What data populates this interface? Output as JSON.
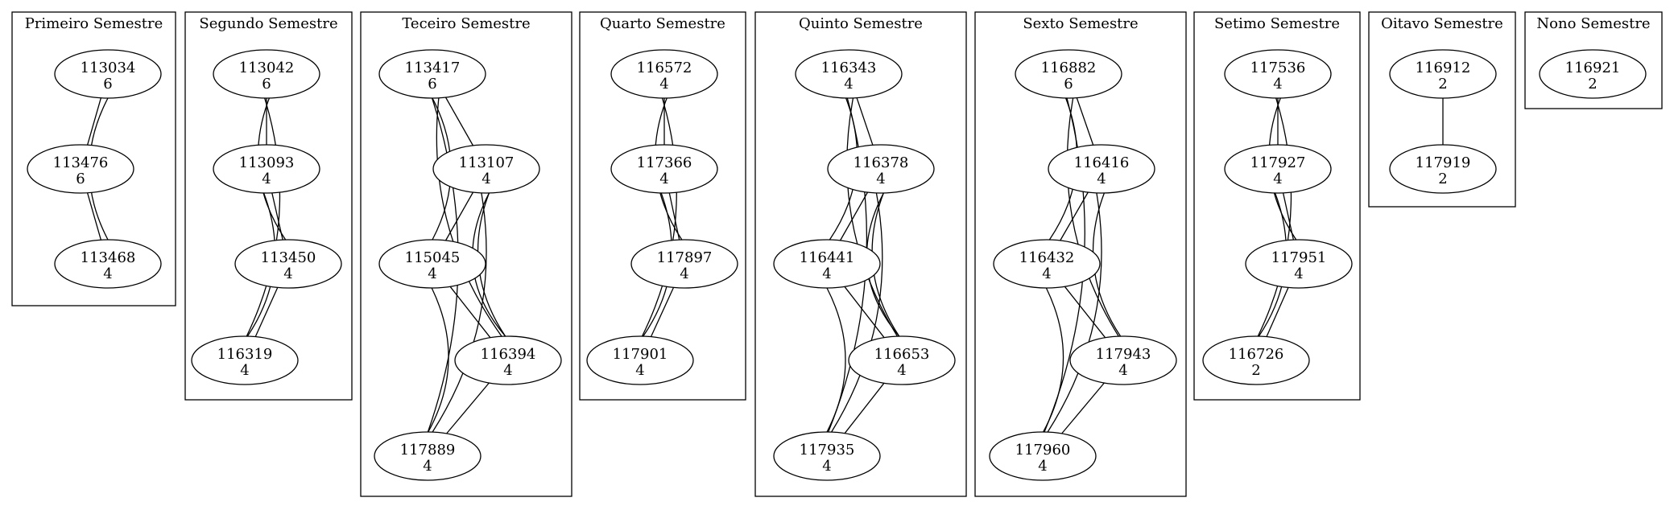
{
  "clusters": [
    {
      "title": "Primeiro Semestre",
      "nodes": [
        {
          "id": "113034",
          "credits": "6"
        },
        {
          "id": "113476",
          "credits": "6"
        },
        {
          "id": "113468",
          "credits": "4"
        }
      ],
      "edges": [
        [
          "113034",
          "113476"
        ],
        [
          "113476",
          "113468"
        ],
        [
          "113034",
          "113468"
        ]
      ]
    },
    {
      "title": "Segundo Semestre",
      "nodes": [
        {
          "id": "113042",
          "credits": "6"
        },
        {
          "id": "113093",
          "credits": "4"
        },
        {
          "id": "113450",
          "credits": "4"
        },
        {
          "id": "116319",
          "credits": "4"
        }
      ],
      "edges": [
        [
          "113042",
          "113093"
        ],
        [
          "113042",
          "113450"
        ],
        [
          "113042",
          "116319"
        ],
        [
          "113093",
          "113450"
        ],
        [
          "113093",
          "116319"
        ],
        [
          "113450",
          "116319"
        ]
      ]
    },
    {
      "title": "Teceiro Semestre",
      "nodes": [
        {
          "id": "113417",
          "credits": "6"
        },
        {
          "id": "113107",
          "credits": "4"
        },
        {
          "id": "115045",
          "credits": "4"
        },
        {
          "id": "116394",
          "credits": "4"
        },
        {
          "id": "117889",
          "credits": "4"
        }
      ],
      "edges": [
        [
          "113417",
          "113107"
        ],
        [
          "113417",
          "115045"
        ],
        [
          "113417",
          "116394"
        ],
        [
          "113417",
          "117889"
        ],
        [
          "113107",
          "115045"
        ],
        [
          "113107",
          "116394"
        ],
        [
          "113107",
          "116394"
        ],
        [
          "113107",
          "117889"
        ],
        [
          "115045",
          "116394"
        ],
        [
          "115045",
          "117889"
        ],
        [
          "116394",
          "117889"
        ]
      ]
    },
    {
      "title": "Quarto Semestre",
      "nodes": [
        {
          "id": "116572",
          "credits": "4"
        },
        {
          "id": "117366",
          "credits": "4"
        },
        {
          "id": "117897",
          "credits": "4"
        },
        {
          "id": "117901",
          "credits": "4"
        }
      ],
      "edges": [
        [
          "116572",
          "117366"
        ],
        [
          "116572",
          "117897"
        ],
        [
          "116572",
          "117901"
        ],
        [
          "117366",
          "117897"
        ],
        [
          "117366",
          "117901"
        ],
        [
          "117897",
          "117901"
        ]
      ]
    },
    {
      "title": "Quinto Semestre",
      "nodes": [
        {
          "id": "116343",
          "credits": "4"
        },
        {
          "id": "116378",
          "credits": "4"
        },
        {
          "id": "116441",
          "credits": "4"
        },
        {
          "id": "116653",
          "credits": "4"
        },
        {
          "id": "117935",
          "credits": "4"
        }
      ],
      "edges": [
        [
          "116343",
          "116378"
        ],
        [
          "116343",
          "116441"
        ],
        [
          "116343",
          "116653"
        ],
        [
          "116343",
          "117935"
        ],
        [
          "116378",
          "116441"
        ],
        [
          "116378",
          "116653"
        ],
        [
          "116378",
          "116653"
        ],
        [
          "116378",
          "117935"
        ],
        [
          "116441",
          "116653"
        ],
        [
          "116441",
          "117935"
        ],
        [
          "116653",
          "117935"
        ]
      ]
    },
    {
      "title": "Sexto Semestre",
      "nodes": [
        {
          "id": "116882",
          "credits": "6"
        },
        {
          "id": "116416",
          "credits": "4"
        },
        {
          "id": "116432",
          "credits": "4"
        },
        {
          "id": "117943",
          "credits": "4"
        },
        {
          "id": "117960",
          "credits": "4"
        }
      ],
      "edges": [
        [
          "116882",
          "116416"
        ],
        [
          "116882",
          "116432"
        ],
        [
          "116882",
          "117943"
        ],
        [
          "116882",
          "117960"
        ],
        [
          "116416",
          "116432"
        ],
        [
          "116416",
          "117943"
        ],
        [
          "116416",
          "117960"
        ],
        [
          "116432",
          "117943"
        ],
        [
          "116432",
          "117960"
        ],
        [
          "117943",
          "117960"
        ]
      ]
    },
    {
      "title": "Setimo Semestre",
      "nodes": [
        {
          "id": "117536",
          "credits": "4"
        },
        {
          "id": "117927",
          "credits": "4"
        },
        {
          "id": "117951",
          "credits": "4"
        },
        {
          "id": "116726",
          "credits": "2"
        }
      ],
      "edges": [
        [
          "117536",
          "117927"
        ],
        [
          "117536",
          "117951"
        ],
        [
          "117536",
          "116726"
        ],
        [
          "117927",
          "117951"
        ],
        [
          "117927",
          "116726"
        ],
        [
          "117951",
          "116726"
        ]
      ]
    },
    {
      "title": "Oitavo Semestre",
      "nodes": [
        {
          "id": "116912",
          "credits": "2"
        },
        {
          "id": "117919",
          "credits": "2"
        }
      ],
      "edges": [
        [
          "116912",
          "117919"
        ]
      ]
    },
    {
      "title": "Nono Semestre",
      "nodes": [
        {
          "id": "116921",
          "credits": "2"
        }
      ],
      "edges": []
    }
  ]
}
